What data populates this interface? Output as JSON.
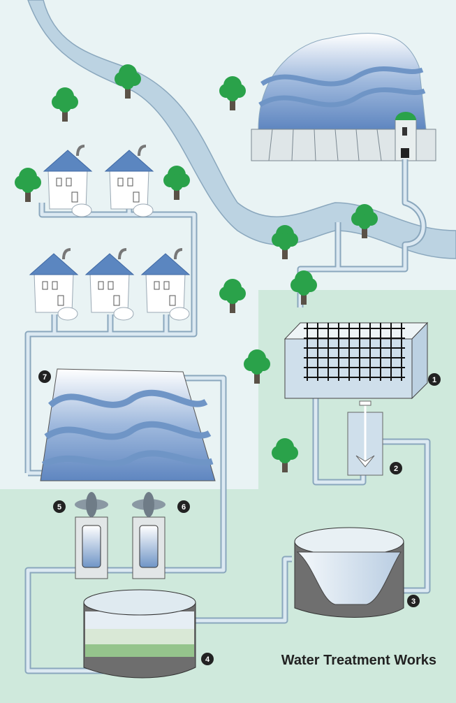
{
  "title": "Water Treatment Works",
  "step_markers": [
    {
      "id": "1",
      "label": "1"
    },
    {
      "id": "2",
      "label": "2"
    },
    {
      "id": "3",
      "label": "3"
    },
    {
      "id": "4",
      "label": "4"
    },
    {
      "id": "5",
      "label": "5"
    },
    {
      "id": "6",
      "label": "6"
    },
    {
      "id": "7",
      "label": "7"
    }
  ],
  "colors": {
    "background_light": "#e9f3f4",
    "treatment_zone": "#cfe9dc",
    "river": "#bcd3e2",
    "pipe": "#dce9f2",
    "pipe_outline": "#8aa7bd",
    "water_blue": "#6f95c6",
    "roof_blue": "#5b86c0",
    "tree_green": "#2aa24a",
    "marker_fill": "#222222"
  }
}
